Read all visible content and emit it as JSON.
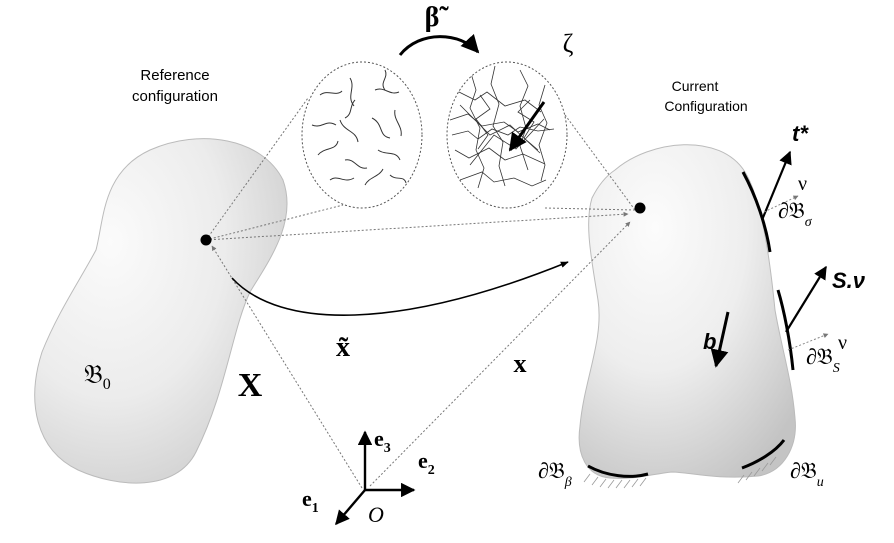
{
  "labels": {
    "reference_line1": "Reference",
    "reference_line2": "configuration",
    "current_line1": "Current",
    "current_line2": "Configuration",
    "beta_tilde": "β̃",
    "zeta": "ζ",
    "t_star": "t*",
    "nu": "ν",
    "boundary_sigma_base": "∂𝔅",
    "boundary_sigma_sub": "σ",
    "s_nu": "S.ν",
    "b": "b",
    "boundary_s_base": "∂𝔅",
    "boundary_s_sub": "S",
    "boundary_beta_base": "∂𝔅",
    "boundary_beta_sub": "β",
    "boundary_u_base": "∂𝔅",
    "boundary_u_sub": "u",
    "x_tilde": "x̃",
    "x": "x",
    "X": "X",
    "body_ref": "𝔅",
    "body_ref_sub": "0",
    "e1": "e",
    "e1_sub": "1",
    "e2": "e",
    "e2_sub": "2",
    "e3": "e",
    "e3_sub": "3",
    "origin": "O"
  },
  "colors": {
    "body_fill_light": "#fbfbfb",
    "body_fill_dark": "#c4c4c4",
    "stroke": "#000000",
    "dotted": "#777777",
    "microstructure": "#333333"
  }
}
